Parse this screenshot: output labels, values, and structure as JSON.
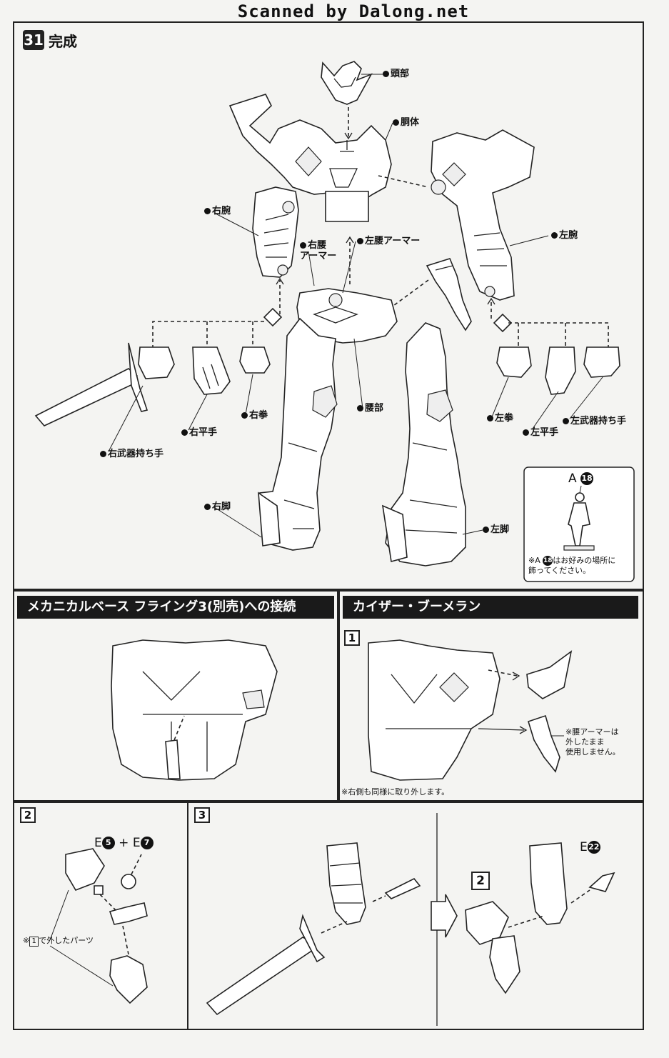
{
  "watermark": "Scanned by Dalong.net",
  "step31": {
    "number": "31",
    "title": "完成",
    "labels": {
      "head": "頭部",
      "torso": "胴体",
      "right_arm": "右腕",
      "left_arm": "左腕",
      "right_waist_armor": "右腰\nアーマー",
      "left_waist_armor": "左腰アーマー",
      "waist": "腰部",
      "right_fist": "右拳",
      "right_open_hand": "右平手",
      "right_weapon_hand": "右武器持ち手",
      "left_fist": "左拳",
      "left_open_hand": "左平手",
      "left_weapon_hand": "左武器持ち手",
      "right_leg": "右脚",
      "left_leg": "左脚"
    },
    "figure_part": {
      "code": "A",
      "number": "18",
      "note_prefix": "※A",
      "note_rest": "はお好みの場所に\n飾ってください。"
    }
  },
  "section_mechanical_base": {
    "title": "メカニカルベース フライング3(別売)への接続"
  },
  "section_boomerang": {
    "title": "カイザー・ブーメラン",
    "step1": {
      "number": "1",
      "note_waist_armor": "※腰アーマーは\n外したまま\n使用しません。",
      "note_right_side": "※右側も同様に取り外します。"
    }
  },
  "step2": {
    "number": "2",
    "code_e": "E",
    "num_a": "5",
    "plus": "+",
    "num_b": "7",
    "note_prefix": "※",
    "note_ref": "1",
    "note_rest": "で外したパーツ"
  },
  "step3": {
    "number": "3",
    "ref_box": "2",
    "code_e": "E",
    "num": "22"
  }
}
